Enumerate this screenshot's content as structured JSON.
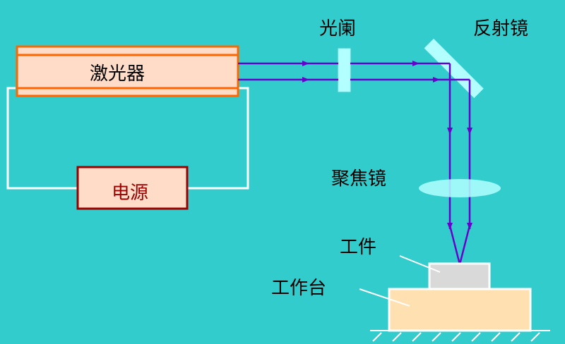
{
  "diagram": {
    "title": "Laser processing system schematic",
    "colors": {
      "background": "#33cccc",
      "laser_fill": "#ffdcc8",
      "laser_border": "#ff6600",
      "power_fill": "#ffdcc8",
      "power_border": "#990000",
      "power_text": "#990000",
      "beam": "#6600cc",
      "optics": "#b3ffff",
      "wire": "#ffffff",
      "workpiece": "#d9d9d9",
      "table": "#ffe0b0"
    },
    "labels": {
      "laser": "激光器",
      "power_supply": "电源",
      "aperture": "光阑",
      "mirror": "反射镜",
      "focus_lens": "聚焦镜",
      "workpiece": "工件",
      "work_table": "工作台"
    }
  }
}
